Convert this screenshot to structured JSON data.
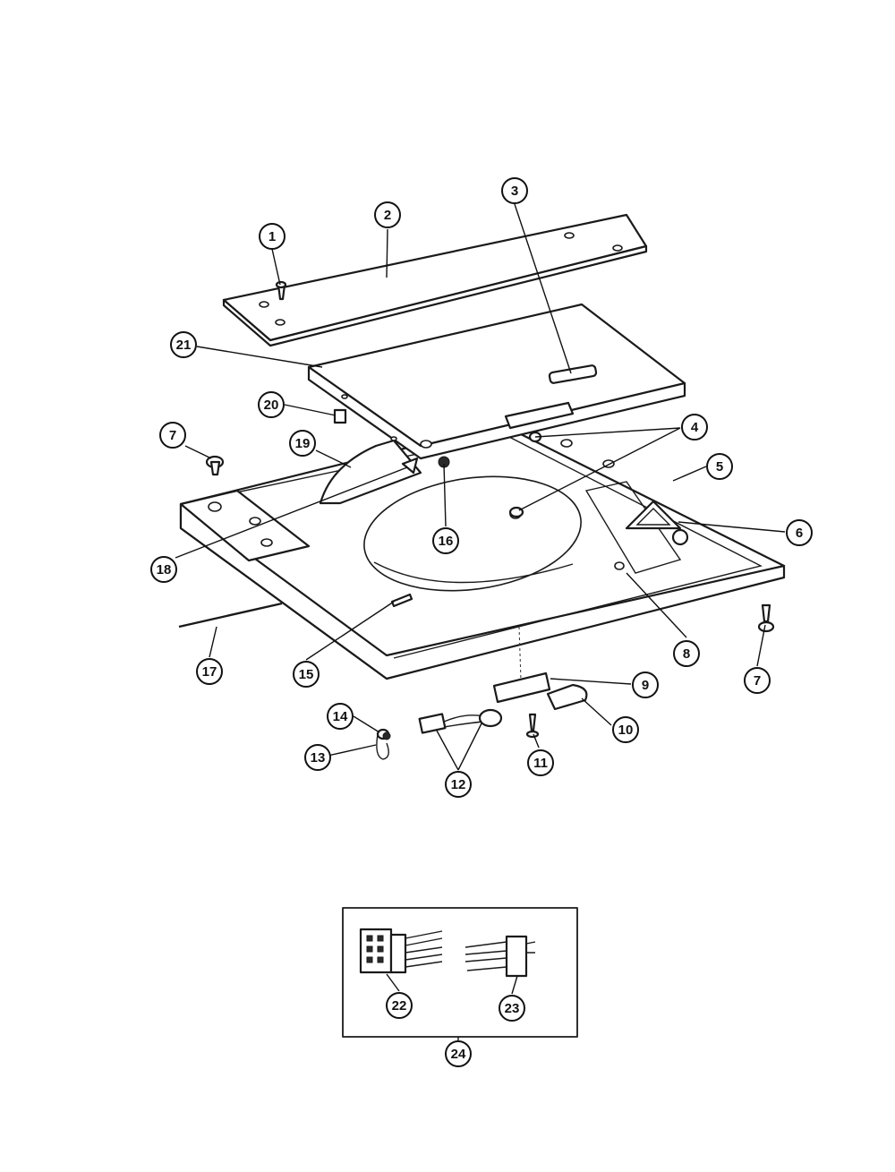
{
  "callouts": [
    {
      "id": "c1",
      "label": "1"
    },
    {
      "id": "c2",
      "label": "2"
    },
    {
      "id": "c3",
      "label": "3"
    },
    {
      "id": "c4",
      "label": "4"
    },
    {
      "id": "c5",
      "label": "5"
    },
    {
      "id": "c6",
      "label": "6"
    },
    {
      "id": "c7a",
      "label": "7"
    },
    {
      "id": "c7b",
      "label": "7"
    },
    {
      "id": "c8",
      "label": "8"
    },
    {
      "id": "c9",
      "label": "9"
    },
    {
      "id": "c10",
      "label": "10"
    },
    {
      "id": "c11",
      "label": "11"
    },
    {
      "id": "c12",
      "label": "12"
    },
    {
      "id": "c13",
      "label": "13"
    },
    {
      "id": "c14",
      "label": "14"
    },
    {
      "id": "c15",
      "label": "15"
    },
    {
      "id": "c16",
      "label": "16"
    },
    {
      "id": "c17",
      "label": "17"
    },
    {
      "id": "c18",
      "label": "18"
    },
    {
      "id": "c19",
      "label": "19"
    },
    {
      "id": "c20",
      "label": "20"
    },
    {
      "id": "c21",
      "label": "21"
    },
    {
      "id": "c22",
      "label": "22"
    },
    {
      "id": "c23",
      "label": "23"
    },
    {
      "id": "c24",
      "label": "24"
    }
  ]
}
